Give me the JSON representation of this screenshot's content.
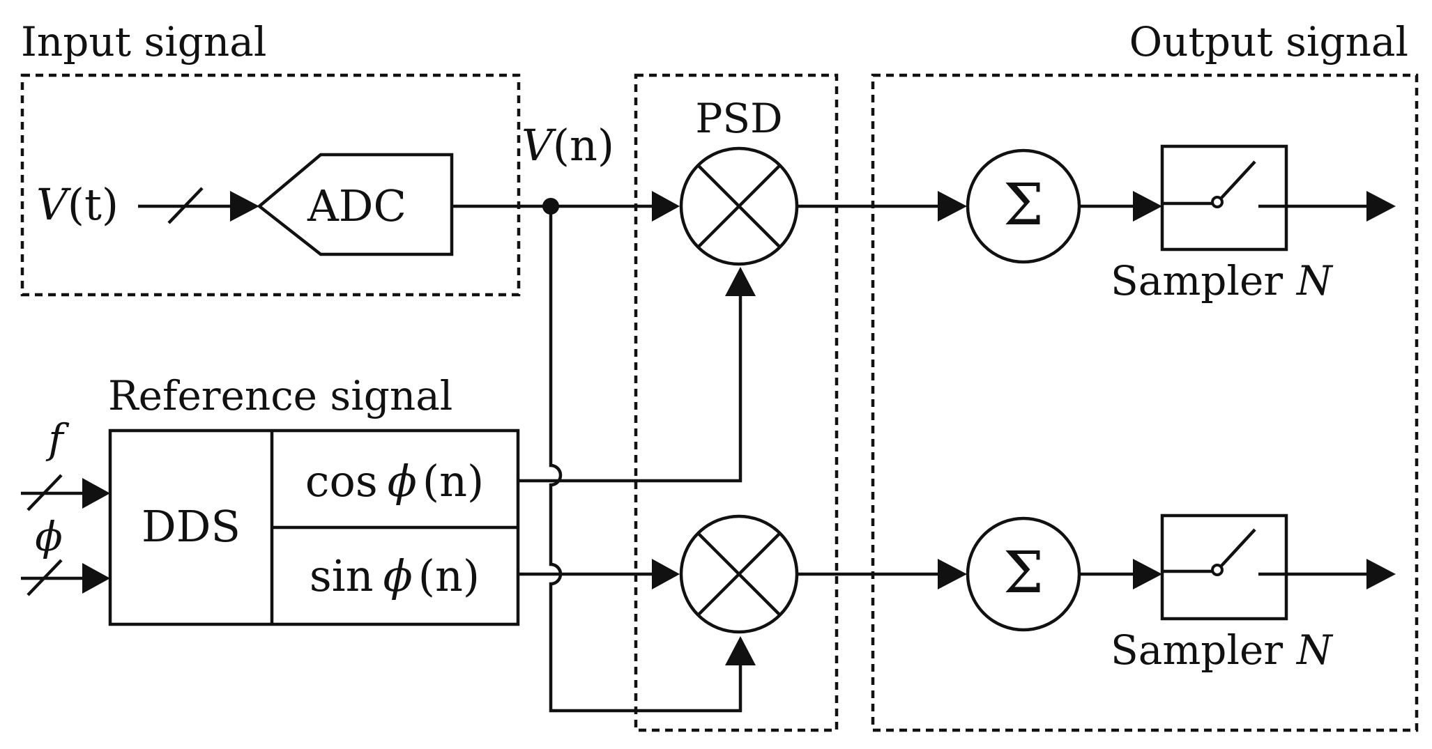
{
  "groups": {
    "input": "Input signal",
    "output": "Output signal",
    "reference": "Reference signal",
    "psd": "PSD"
  },
  "blocks": {
    "adc": "ADC",
    "dds": "DDS",
    "sum_symbol": "Σ",
    "sampler_label": "Sampler",
    "sampler_var": "N"
  },
  "signals": {
    "input_var": "V",
    "input_arg": "(t)",
    "sampled_var": "V",
    "sampled_arg": "(n)",
    "freq": "f",
    "phase": "ϕ",
    "cos_fn": "cos",
    "sin_fn": "sin",
    "phi": "ϕ",
    "n_arg": "(n)"
  }
}
